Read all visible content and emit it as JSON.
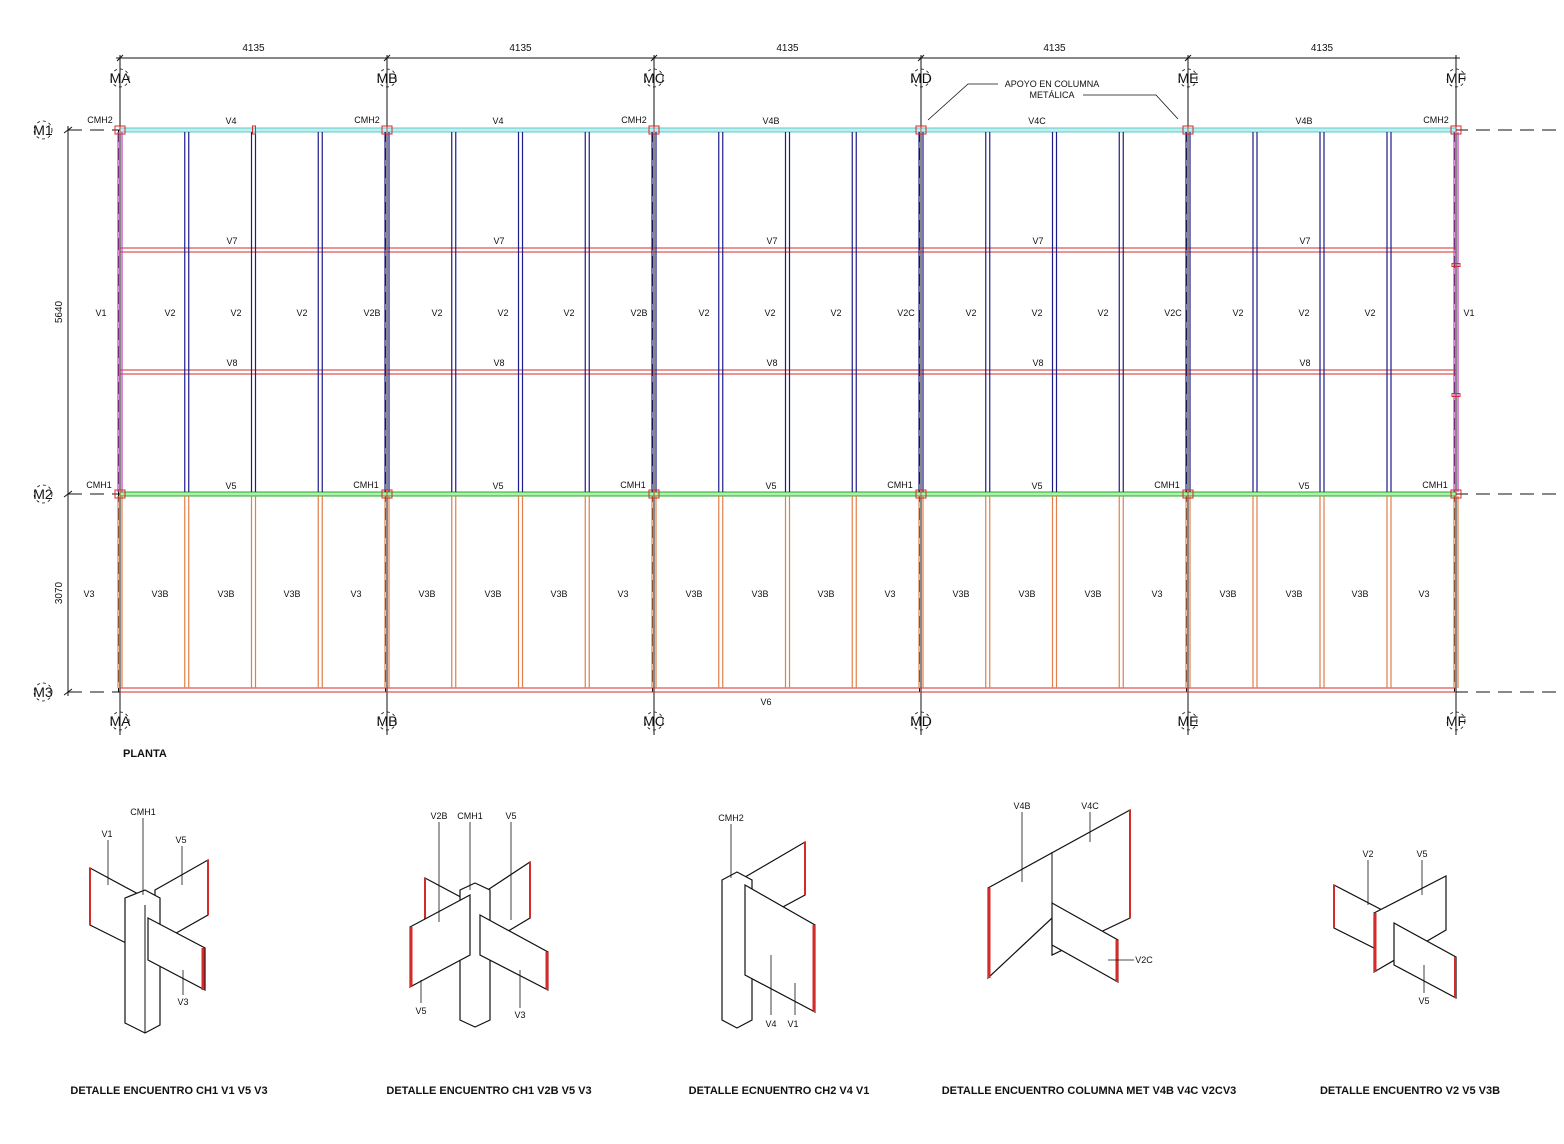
{
  "colors": {
    "edge_beam": "#7fdede",
    "joist": "#1c1c8a",
    "tie_beam": "#d42a2a",
    "mid_beam": "#3cc43c",
    "lower_joist": "#e0804a",
    "side_beam": "#c040c0",
    "column": "#d42a2a"
  },
  "plan": {
    "title": "PLANTA",
    "grid_columns": [
      "MA",
      "MB",
      "MC",
      "MD",
      "ME",
      "MF"
    ],
    "grid_rows": [
      "M1",
      "M2",
      "M3"
    ],
    "bay_dimensions": [
      "4135",
      "4135",
      "4135",
      "4135",
      "4135"
    ],
    "row_dimensions": [
      "5640",
      "3070"
    ],
    "annotation": [
      "APOYO EN COLUMNA",
      "METÁLICA"
    ],
    "top_columns": [
      "CMH2",
      "CMH2",
      "CMH2",
      "CMH2"
    ],
    "mid_columns": [
      "CMH1",
      "CMH1",
      "CMH1",
      "CMH1",
      "CMH1",
      "CMH1"
    ],
    "top_beams": [
      "V4",
      "V4",
      "V4B",
      "V4C",
      "V4B"
    ],
    "tie_beams_1": [
      "V7",
      "V7",
      "V7",
      "V7",
      "V7"
    ],
    "tie_beams_2": [
      "V8",
      "V8",
      "V8",
      "V8",
      "V8"
    ],
    "mid_beams": [
      "V5",
      "V5",
      "V5",
      "V5",
      "V5"
    ],
    "bottom_beam": "V6",
    "side_beams": [
      "V1",
      "V1"
    ],
    "upper_joists": [
      [
        "V2",
        "V2",
        "V2",
        "V2B"
      ],
      [
        "V2",
        "V2",
        "V2",
        "V2B"
      ],
      [
        "V2",
        "V2",
        "V2",
        "V2C"
      ],
      [
        "V2",
        "V2",
        "V2",
        "V2C"
      ],
      [
        "V2",
        "V2",
        "V2"
      ]
    ],
    "lower_joists_edge": "V3",
    "lower_joists": [
      [
        "V3B",
        "V3B",
        "V3B",
        "V3"
      ],
      [
        "V3B",
        "V3B",
        "V3B",
        "V3"
      ],
      [
        "V3B",
        "V3B",
        "V3B",
        "V3"
      ],
      [
        "V3B",
        "V3B",
        "V3B",
        "V3"
      ],
      [
        "V3B",
        "V3B",
        "V3B",
        "V3"
      ]
    ]
  },
  "details": [
    {
      "caption": "DETALLE ENCUENTRO CH1 V1 V5 V3",
      "labels": [
        "CMH1",
        "V1",
        "V5",
        "V3"
      ]
    },
    {
      "caption": "DETALLE ENCUENTRO CH1 V2B V5 V3",
      "labels": [
        "V2B",
        "CMH1",
        "V5",
        "V5",
        "V3"
      ]
    },
    {
      "caption": "DETALLE ECNUENTRO CH2 V4 V1",
      "labels": [
        "CMH2",
        "V4",
        "V1"
      ]
    },
    {
      "caption": "DETALLE ENCUENTRO COLUMNA MET V4B V4C V2CV3",
      "labels": [
        "V4B",
        "V4C",
        "V2C"
      ]
    },
    {
      "caption": "DETALLE ENCUENTRO V2 V5 V3B",
      "labels": [
        "V2",
        "V5",
        "V5"
      ]
    }
  ]
}
